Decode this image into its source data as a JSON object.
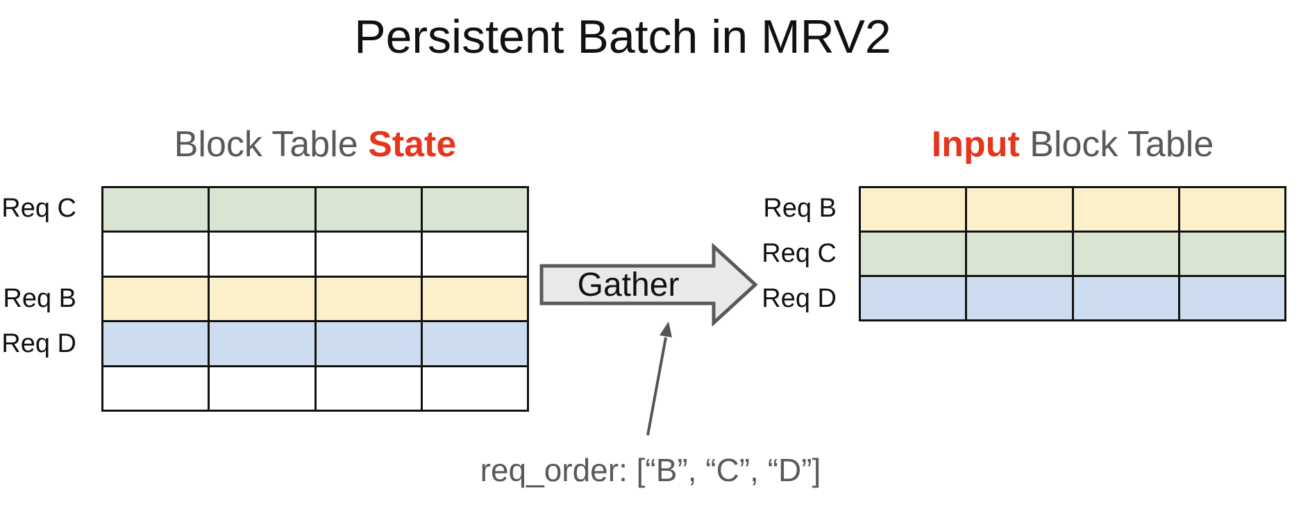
{
  "title": "Persistent Batch in MRV2",
  "colors": {
    "accent_red": "#e5351d",
    "text_gray": "#595959",
    "line_black": "#111111",
    "row_green": "#d9e5d2",
    "row_yellow": "#fcf0cb",
    "row_blue": "#cddcee",
    "row_white": "#ffffff",
    "arrow_fill": "#e9e9e9",
    "arrow_stroke": "#595959",
    "thin_arrow": "#555555"
  },
  "left_panel": {
    "heading_plain": "Block Table ",
    "heading_accent": "State",
    "columns": 4,
    "rows": [
      {
        "label": "Req C",
        "color": "row_green"
      },
      {
        "label": "",
        "color": "row_white"
      },
      {
        "label": "Req B",
        "color": "row_yellow"
      },
      {
        "label": "Req D",
        "color": "row_blue"
      },
      {
        "label": "",
        "color": "row_white"
      }
    ]
  },
  "right_panel": {
    "heading_accent": "Input",
    "heading_plain": " Block Table",
    "columns": 4,
    "rows": [
      {
        "label": "Req B",
        "color": "row_yellow"
      },
      {
        "label": "Req C",
        "color": "row_green"
      },
      {
        "label": "Req D",
        "color": "row_blue"
      }
    ]
  },
  "gather_arrow": {
    "label": "Gather"
  },
  "annotation": {
    "text": "req_order: [“B”, “C”, “D”]"
  }
}
